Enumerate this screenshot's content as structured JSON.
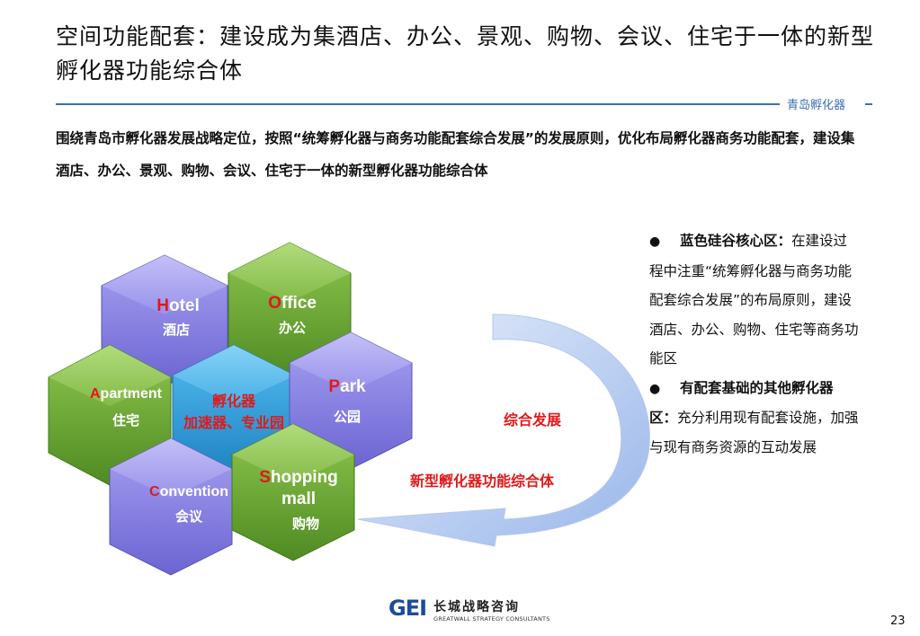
{
  "title": "空间功能配套：建设成为集酒店、办公、景观、购物、会议、住宅于一体的新型孵化器功能综合体",
  "brand": "青岛孵化器",
  "intro": "围绕青岛市孵化器发展战略定位，按照“统筹孵化器与商务功能配套综合发展”的发展原则，优化布局孵化器商务功能配套，建设集酒店、办公、景观、购物、会议、住宅于一体的新型孵化器功能综合体",
  "hexagons": {
    "hotel": {
      "initial": "H",
      "rest": "otel",
      "cn": "酒店"
    },
    "office": {
      "initial": "O",
      "rest": "ffice",
      "cn": "办公"
    },
    "apartment": {
      "initial": "A",
      "rest": "partment",
      "cn": "住宅"
    },
    "center": {
      "line1": "孵化器",
      "line2": "加速器、专业园"
    },
    "park": {
      "initial": "P",
      "rest": "ark",
      "cn": "公园"
    },
    "convention": {
      "initial": "C",
      "rest": "onvention",
      "cn": "会议"
    },
    "shopping": {
      "initial": "S",
      "rest": "hopping",
      "line2": "mall",
      "cn": "购物"
    }
  },
  "arrow_labels": {
    "top": "综合发展",
    "bottom": "新型孵化器功能综合体"
  },
  "bullets": [
    {
      "head": "蓝色硅谷核心区：",
      "body": "在建设过程中注重“统筹孵化器与商务功能配套综合发展”的布局原则，建设酒店、办公、购物、住宅等商务功能区"
    },
    {
      "head": "有配套基础的其他孵化器区：",
      "body": "充分利用现有配套设施，加强与现有商务资源的互动发展"
    }
  ],
  "footer": {
    "logo_mark": "GEI",
    "logo_cn": "长城战略咨询",
    "logo_en": "GREATWALL STRATEGY CONSULTANTS"
  },
  "page_number": "23",
  "colors": {
    "purple": "#8c86e6",
    "green": "#7cb342",
    "blue": "#3ba4e0",
    "accent_red": "#e01a1a",
    "arrow": "#b9cdf1",
    "rule": "#3b6fb6"
  }
}
